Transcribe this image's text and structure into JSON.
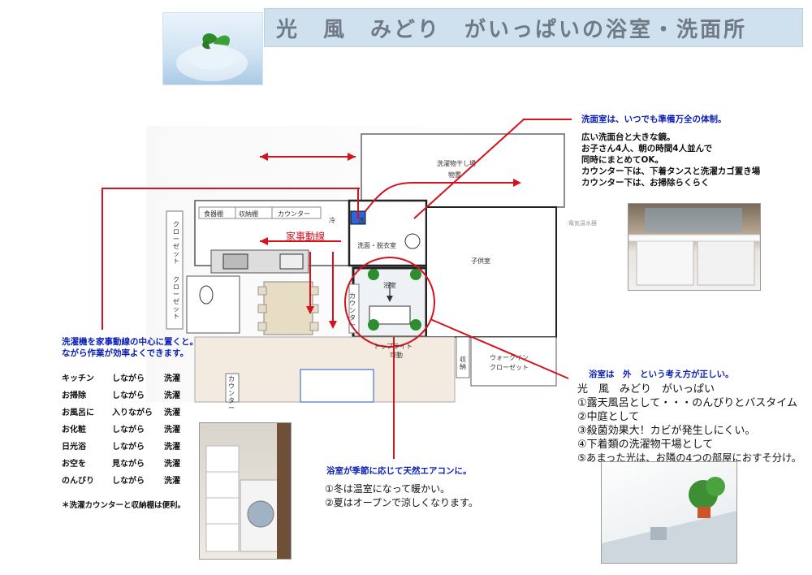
{
  "header": {
    "title": "光　風　みどり　がいっぱいの浴室・洗面所"
  },
  "washroom_note": {
    "heading": "洗面室は、いつでも準備万全の体制。",
    "lines": [
      "広い洗面台と大きな鏡。",
      "お子さん4人、朝の時間4人並んで",
      "同時にまとめてOK。",
      "カウンター下は、下着タンスと洗濯カゴ置き場",
      "カウンター下は、お掃除らくらく"
    ]
  },
  "laundry_note": {
    "heading_line1": "洗濯機を家事動線の中心に置くと。",
    "heading_line2": "ながら作業が効率よくできます。",
    "rows": [
      [
        "キッチン",
        "しながら",
        "洗濯"
      ],
      [
        "お掃除",
        "しながら",
        "洗濯"
      ],
      [
        "お風呂に",
        "入りながら",
        "洗濯"
      ],
      [
        "お化粧",
        "しながら",
        "洗濯"
      ],
      [
        "日光浴",
        "しながら",
        "洗濯"
      ],
      [
        "お空を",
        "見ながら",
        "洗濯"
      ],
      [
        "のんびり",
        "しながら",
        "洗濯"
      ]
    ],
    "footnote": "＊洗濯カウンターと収納棚は便利。"
  },
  "bath_note": {
    "heading": "浴室は　外　という考え方が正しい。",
    "lines": [
      "光　風　みどり　がいっぱい",
      "①露天風呂として・・・のんびりとバスタイム",
      "②中庭として",
      "③殺菌効果大！カビが発生しにくい。",
      "④下着類の洗濯物干場として",
      "⑤あまった光は、お隣の4つの部屋におすそ分け。"
    ]
  },
  "aircon_note": {
    "heading": "浴室が季節に応じて天然エアコンに。",
    "lines": [
      "①冬は温室になって暖かい。",
      "②夏はオープンで涼しくなります。"
    ]
  },
  "plan": {
    "housework_line": "家事動線",
    "labels": {
      "drying_room": "洗濯物干し場",
      "drying_sub": "物置",
      "food_shelf": "食器棚",
      "storage_shelf": "収納棚",
      "counter": "カウンター",
      "fridge": "冷",
      "washer": "洗",
      "washroom": "洗面・脱衣室",
      "children_room": "子供室",
      "bathroom": "浴室",
      "counter_vertical": "カウンター",
      "toplight": "トップライト",
      "movable": "可動",
      "closet_top": "クローゼット",
      "closet_bottom": "クローゼット",
      "storage_small": "収納",
      "walk_in": "ウォークイン",
      "walk_in_2": "クローゼット",
      "electric": "電気温水器",
      "counter_bottom": "カウンター"
    }
  },
  "colors": {
    "accent_red": "#d4131f",
    "heading_blue": "#0a1eb4",
    "title_bar": "#cfe0ee",
    "title_text": "#707a84"
  }
}
